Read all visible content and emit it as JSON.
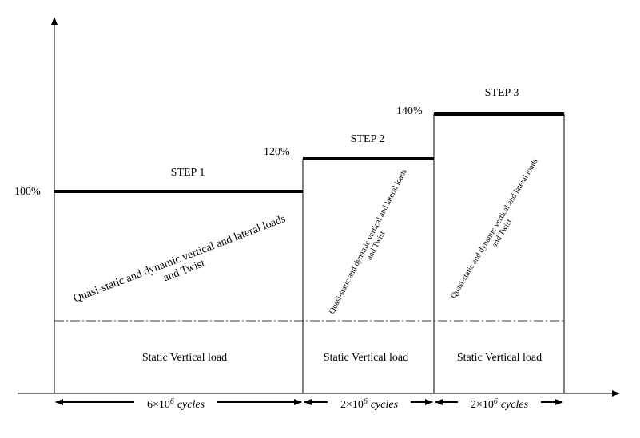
{
  "levels": {
    "l100": "100%",
    "l120": "120%",
    "l140": "140%"
  },
  "steps": {
    "step1": "STEP 1",
    "step2": "STEP 2",
    "step3": "STEP 3"
  },
  "dynamic_load": {
    "step1_line1": "Quasi-static and dynamic vertical and lateral loads",
    "step1_line2": "and Twist",
    "step2_line1": "Quasi-static and dynamic vertical and lateral loads",
    "step2_line2": "and Twist",
    "step3_line1": "Quasi-static and dynamic vertical and lateral loads",
    "step3_line2": "and Twist"
  },
  "static_load": {
    "step1": "Static Vertical load",
    "step2": "Static Vertical load",
    "step3": "Static Vertical load"
  },
  "durations": {
    "step1": {
      "coefficient": "6",
      "times": "×10",
      "exponent": "6",
      "unit": "cycles"
    },
    "step2": {
      "coefficient": "2",
      "times": "×10",
      "exponent": "6",
      "unit": "cycles"
    },
    "step3": {
      "coefficient": "2",
      "times": "×10",
      "exponent": "6",
      "unit": "cycles"
    }
  }
}
